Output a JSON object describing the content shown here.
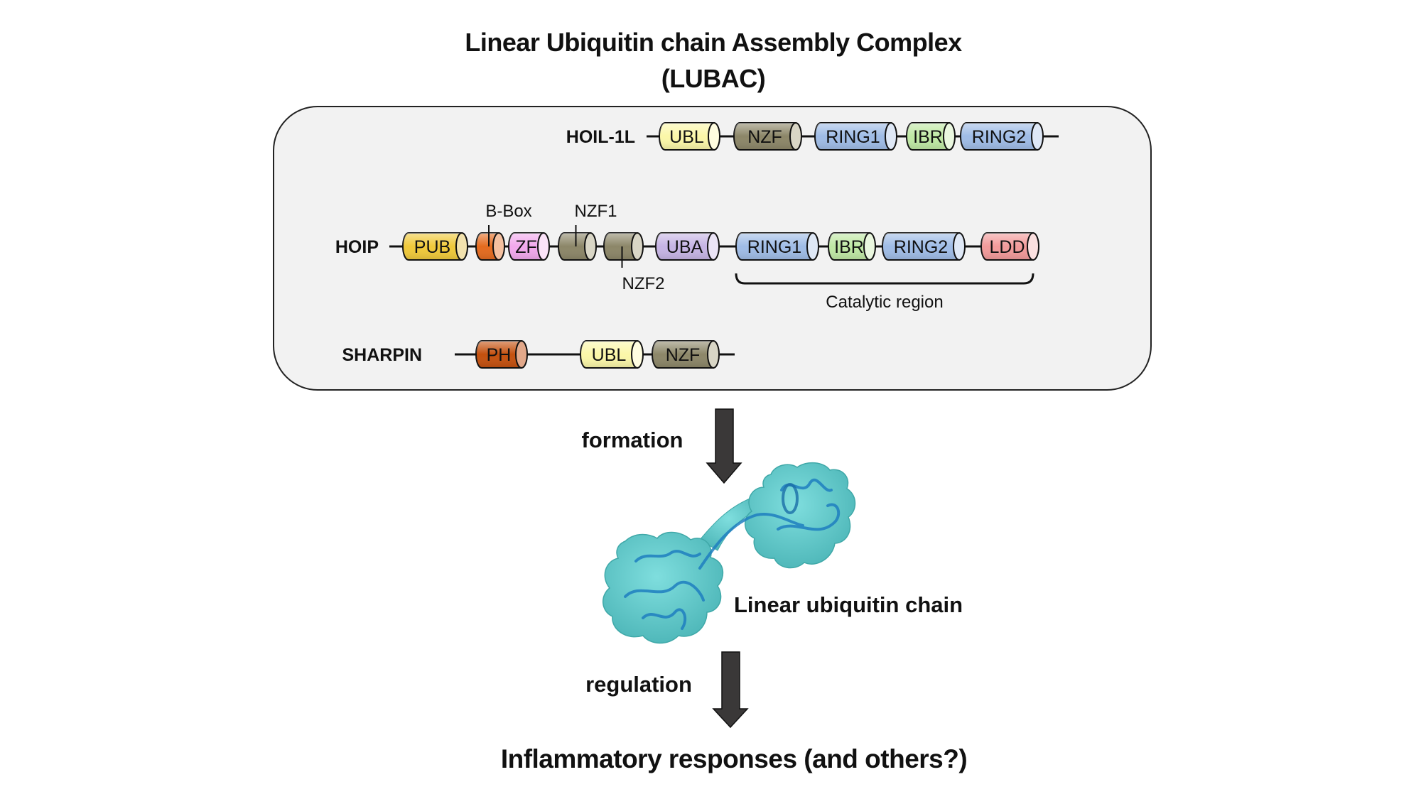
{
  "title": {
    "line1": "Linear Ubiquitin chain Assembly Complex",
    "line2": "(LUBAC)"
  },
  "panel": {
    "background": "#f2f2f2",
    "border": "#222222"
  },
  "proteins": [
    {
      "name": "HOIL-1L",
      "domains": [
        {
          "label": "UBL",
          "color": "#fbf7a8",
          "cap": "#fffde0"
        },
        {
          "label": "NZF",
          "color": "#8c8668",
          "cap": "#d9d6c6"
        },
        {
          "label": "RING1",
          "color": "#9fbce6",
          "cap": "#dfe8f6"
        },
        {
          "label": "IBR",
          "color": "#bfe8a4",
          "cap": "#eaf7df"
        },
        {
          "label": "RING2",
          "color": "#9fbce6",
          "cap": "#dfe8f6"
        }
      ]
    },
    {
      "name": "HOIP",
      "domains": [
        {
          "label": "PUB",
          "color": "#f0c93a",
          "cap": "#f2e2ae"
        },
        {
          "label": "",
          "color": "#e46a1e",
          "cap": "#f4c0a0",
          "annotation": "B-Box",
          "annotation_side": "top"
        },
        {
          "label": "ZF",
          "color": "#f2a8ec",
          "cap": "#fbe2f8"
        },
        {
          "label": "",
          "color": "#8c8668",
          "cap": "#d9d6c6",
          "annotation": "NZF1",
          "annotation_side": "top"
        },
        {
          "label": "",
          "color": "#8c8668",
          "cap": "#d9d6c6",
          "annotation": "NZF2",
          "annotation_side": "bottom"
        },
        {
          "label": "UBA",
          "color": "#c6b4e4",
          "cap": "#ebe4f6"
        },
        {
          "label": "RING1",
          "color": "#9fbce6",
          "cap": "#dfe8f6"
        },
        {
          "label": "IBR",
          "color": "#bfe8a4",
          "cap": "#eaf7df"
        },
        {
          "label": "RING2",
          "color": "#9fbce6",
          "cap": "#dfe8f6"
        },
        {
          "label": "LDD",
          "color": "#f29a9a",
          "cap": "#fbe0e0"
        }
      ],
      "region": {
        "label": "Catalytic region",
        "from_domain": "RING1",
        "to_domain": "LDD"
      }
    },
    {
      "name": "SHARPIN",
      "domains": [
        {
          "label": "PH",
          "color": "#c4500e",
          "cap": "#e2a88a"
        },
        {
          "label": "UBL",
          "color": "#fbf7a8",
          "cap": "#fffde0"
        },
        {
          "label": "NZF",
          "color": "#8c8668",
          "cap": "#d9d6c6"
        }
      ]
    }
  ],
  "flow": {
    "step1_label": "formation",
    "product_label": "Linear ubiquitin chain",
    "step2_label": "regulation",
    "outcome_label": "Inflammatory responses (and others?)",
    "arrow_color": "#3a3838",
    "protein_surface_color": "#5cc6c6",
    "protein_ribbon_color": "#1f7fc0"
  }
}
